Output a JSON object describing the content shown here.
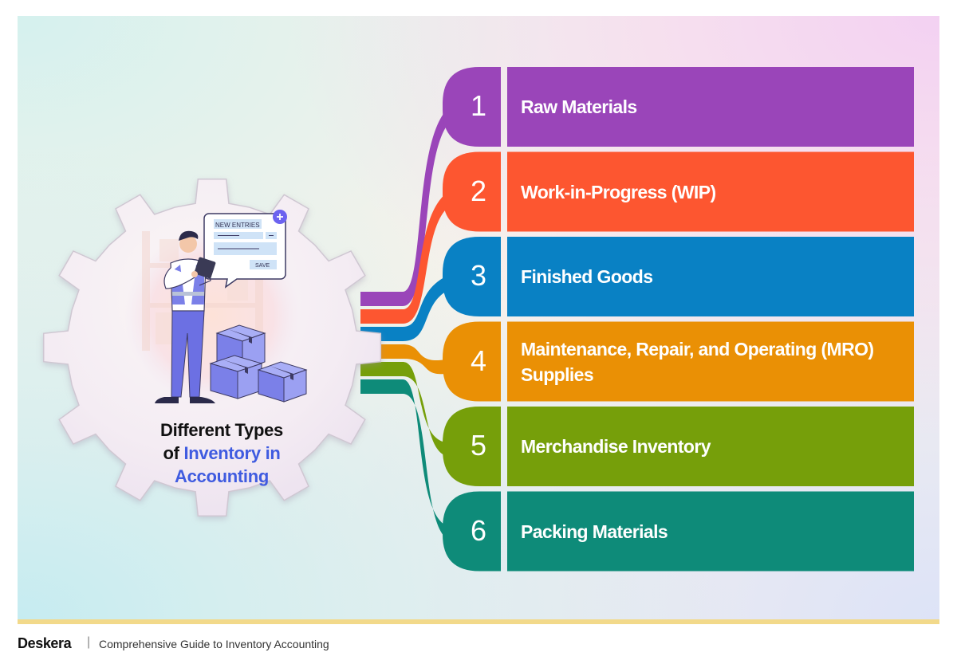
{
  "title": {
    "line1": "Different Types",
    "line2_prefix": "of ",
    "line2_highlight": "Inventory in",
    "line3": "Accounting"
  },
  "illustration": {
    "card_header": "NEW ENTRIES",
    "card_button": "SAVE",
    "plus_icon": "plus-icon"
  },
  "steps": [
    {
      "number": "1",
      "label": "Raw Materials",
      "color": "#9a45b9"
    },
    {
      "number": "2",
      "label": "Work-in-Progress (WIP)",
      "color": "#fd5630"
    },
    {
      "number": "3",
      "label": "Finished Goods",
      "color": "#0981c4"
    },
    {
      "number": "4",
      "label": "Maintenance, Repair, and Operating (MRO) Supplies",
      "color": "#ea9005"
    },
    {
      "number": "5",
      "label": "Merchandise Inventory",
      "color": "#769f0a"
    },
    {
      "number": "6",
      "label": "Packing Materials",
      "color": "#0e8b79"
    }
  ],
  "colors": {
    "gear": "#f3eef3",
    "gear_stroke": "#cfc7d2",
    "title_highlight": "#3f5be0",
    "footer_stripe": "#f2d98a"
  },
  "footer": {
    "brand": "Deskera",
    "separator": "|",
    "caption": "Comprehensive Guide to Inventory Accounting"
  }
}
